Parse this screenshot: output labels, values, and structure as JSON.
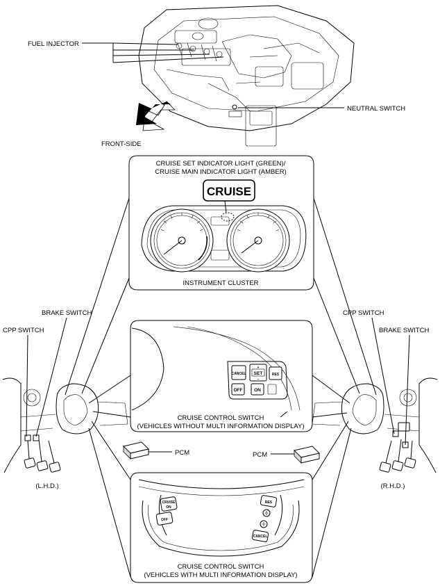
{
  "labels": {
    "fuel_injector": "FUEL INJECTOR",
    "neutral_switch": "NEUTRAL SWITCH",
    "front_side": "FRONT-SIDE",
    "indicator_line1": "CRUISE SET INDICATOR LIGHT (GREEN)/",
    "indicator_line2": "CRUISE MAIN INDICATOR LIGHT (AMBER)",
    "cruise": "CRUISE",
    "instrument_cluster": "INSTRUMENT CLUSTER",
    "brake_switch_lhd": "BRAKE SWITCH",
    "cpp_switch_lhd": "CPP SWITCH",
    "cpp_switch_rhd": "CPP SWITCH",
    "brake_switch_rhd": "BRAKE SWITCH",
    "ccs_no_mid_line1": "CRUISE CONTROL SWITCH",
    "ccs_no_mid_line2": "(VEHICLES WITHOUT MULTI INFORMATION DISPLAY)",
    "pcm_lhd": "PCM",
    "pcm_rhd": "PCM",
    "lhd": "(L.H.D.)",
    "rhd": "(R.H.D.)",
    "ccs_mid_line1": "CRUISE CONTROL SWITCH",
    "ccs_mid_line2": "(VEHICLES WITH MULTI INFORMATION DISPLAY)"
  },
  "buttons": {
    "cancel": "CANCEL",
    "set_plus": "+",
    "set": "SET",
    "set_minus": "–",
    "res": "RES",
    "off": "OFF",
    "on": "ON"
  },
  "wheel_buttons": {
    "cruise_on_line1": "CRUISE",
    "cruise_on_line2": "ON",
    "off": "OFF",
    "res": "RES",
    "cancel": "CANCEL"
  }
}
